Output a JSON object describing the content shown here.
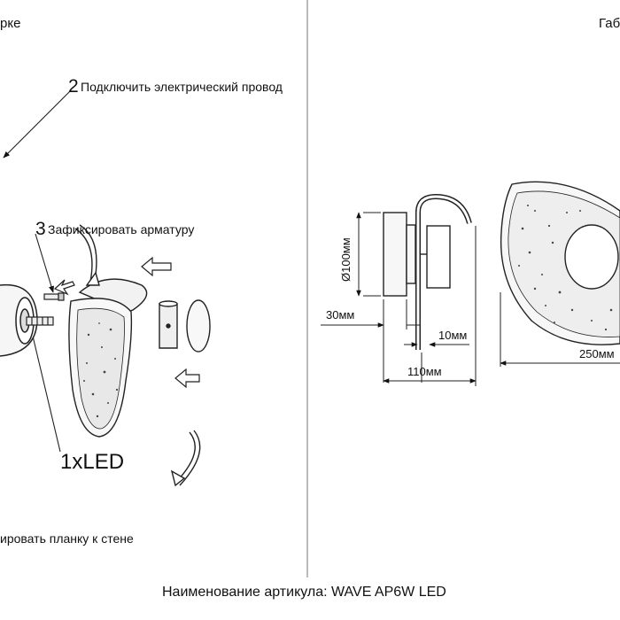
{
  "left_panel": {
    "heading": "рке",
    "step2": {
      "number": "2",
      "text": "Подключить электрический провод"
    },
    "step3": {
      "number": "3",
      "text": "Зафиксировать арматуру"
    },
    "led_label": "1xLED",
    "step_bottom_text": "ировать планку к стене"
  },
  "right_panel": {
    "heading": "Габ",
    "dimensions": {
      "diameter": "Ø100мм",
      "depth_base": "30мм",
      "rod": "10мм",
      "depth_total": "110мм",
      "width": "250мм"
    }
  },
  "footer": {
    "text": "Наименование артикула: WAVE AP6W LED"
  }
}
